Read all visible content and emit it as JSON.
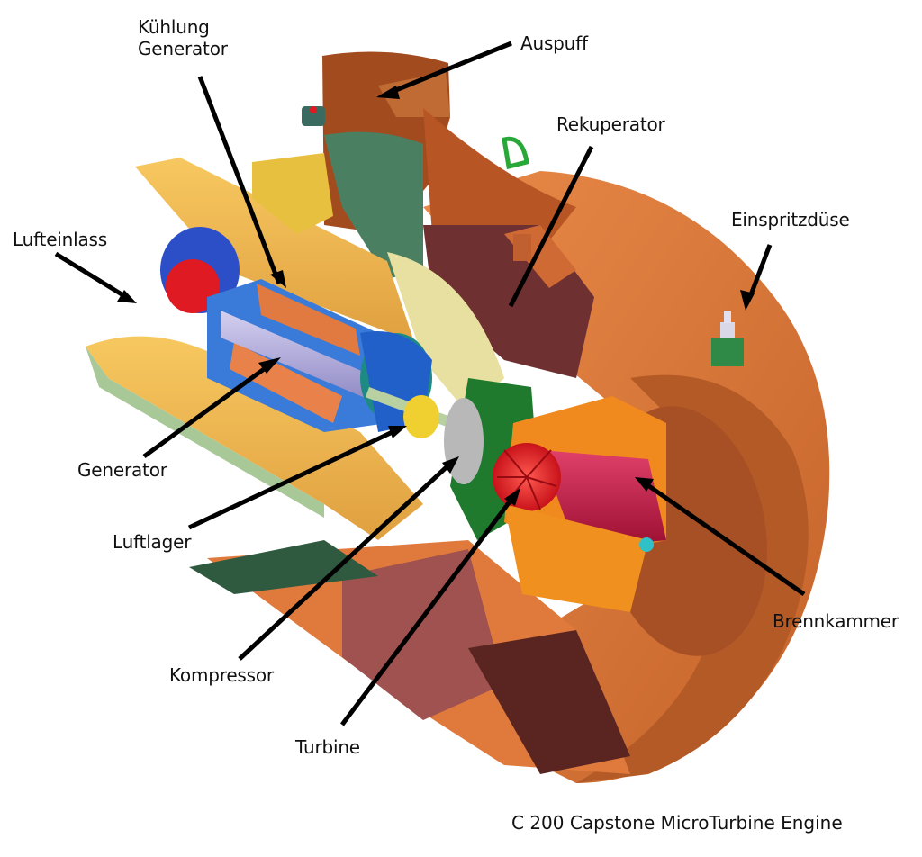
{
  "diagram": {
    "title": "C 200 Capstone MicroTurbine Engine",
    "subject": "Cutaway view of a microturbine engine",
    "labels": [
      {
        "id": "kuehlung-generator",
        "lines": [
          "Kühlung",
          "Generator"
        ]
      },
      {
        "id": "auspuff",
        "lines": [
          "Auspuff"
        ]
      },
      {
        "id": "rekuperator",
        "lines": [
          "Rekuperator"
        ]
      },
      {
        "id": "einspritzduese",
        "lines": [
          "Einspritzdüse"
        ]
      },
      {
        "id": "lufteinlass",
        "lines": [
          "Lufteinlass"
        ]
      },
      {
        "id": "generator",
        "lines": [
          "Generator"
        ]
      },
      {
        "id": "luftlager",
        "lines": [
          "Luftlager"
        ]
      },
      {
        "id": "kompressor",
        "lines": [
          "Kompressor"
        ]
      },
      {
        "id": "turbine",
        "lines": [
          "Turbine"
        ]
      },
      {
        "id": "brennkammer",
        "lines": [
          "Brennkammer"
        ]
      }
    ],
    "colors": {
      "housing_orange": "#e07a3c",
      "housing_dark": "#a34e22",
      "recuperator_maroon": "#7a3a36",
      "inlet_yellow": "#f2b84a",
      "green_duct": "#4f8a68",
      "generator_blue": "#2f6fd0",
      "stator_copper": "#e07a40",
      "shaft_lavender": "#a9a4d8",
      "combustor_crimson": "#b8143c",
      "turbine_red": "#e0222a",
      "compressor_green": "#1f7a2e",
      "arrow": "#000000"
    }
  }
}
